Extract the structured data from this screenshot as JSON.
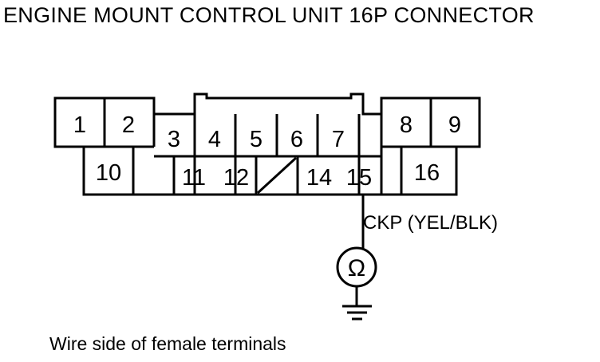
{
  "title": "ENGINE MOUNT CONTROL UNIT 16P CONNECTOR",
  "caption": "Wire side of female terminals",
  "wire_label": "CKP (YEL/BLK)",
  "meter_symbol": "Ω",
  "meter_icon": "ohmmeter-icon",
  "ground_icon": "ground-icon",
  "terminals": {
    "t1": "1",
    "t2": "2",
    "t3": "3",
    "t4": "4",
    "t5": "5",
    "t6": "6",
    "t7": "7",
    "t8": "8",
    "t9": "9",
    "t10": "10",
    "t11": "11",
    "t12": "12",
    "t14": "14",
    "t15": "15",
    "t16": "16"
  }
}
